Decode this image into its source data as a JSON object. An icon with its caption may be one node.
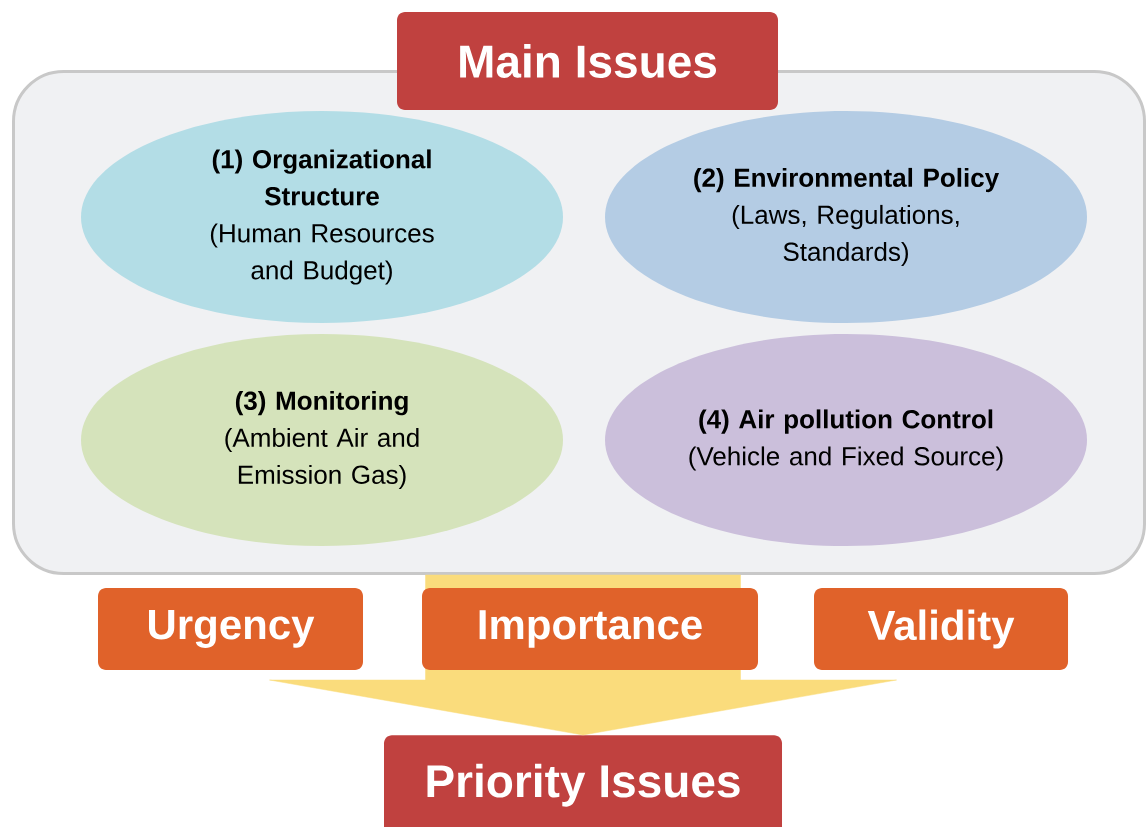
{
  "diagram": {
    "nodes": [
      {
        "text": [
          "Main Issues"
        ]
      },
      {
        "text": [],
        "shape": "box"
      },
      {
        "text": [
          "(1) Organizational Structure",
          "(Human Resources and Budget)"
        ],
        "in": 1
      },
      {
        "text": [
          "(2) Environmental Policy",
          "(Laws, Regulations, Standards)"
        ],
        "in": 1
      },
      {
        "text": [
          "(3) Monitoring",
          "(Ambient Air and Emission Gas)"
        ],
        "in": 1
      },
      {
        "text": [
          "(4) Air pollution Control",
          "(Vehicle and Fixed Source)"
        ],
        "in": 1
      },
      {
        "text": [
          "Urgency"
        ]
      },
      {
        "text": [
          "Importance"
        ]
      },
      {
        "text": [
          "Validity"
        ]
      },
      {
        "text": [
          "Priority Issues"
        ]
      }
    ],
    "edges": [
      {
        "from": 1,
        "to": 9,
        "arrow": "to",
        "style": "thick",
        "color": "#fadc7c"
      }
    ]
  }
}
